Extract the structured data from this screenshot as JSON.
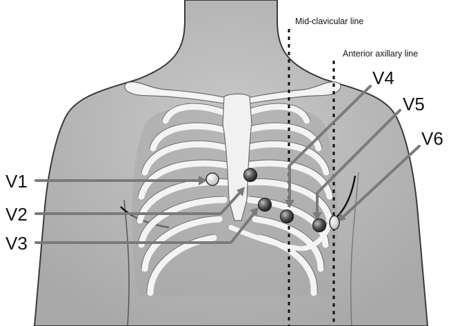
{
  "reference_lines": {
    "mid_clavicular": "Mid-clavicular line",
    "anterior_axillary": "Anterior axillary line"
  },
  "leads": {
    "v1": "V1",
    "v2": "V2",
    "v3": "V3",
    "v4": "V4",
    "v5": "V5",
    "v6": "V6"
  },
  "colors": {
    "background": "#ffffff",
    "skin": "#bdbdbd",
    "skin_outline": "#3a3a3a",
    "bone": "#f4f4f4",
    "rib_shadow": "#7f7f7f",
    "arrow": "#777777",
    "electrode_dark": "#5a5a5a",
    "electrode_light": "#eeeeee"
  }
}
